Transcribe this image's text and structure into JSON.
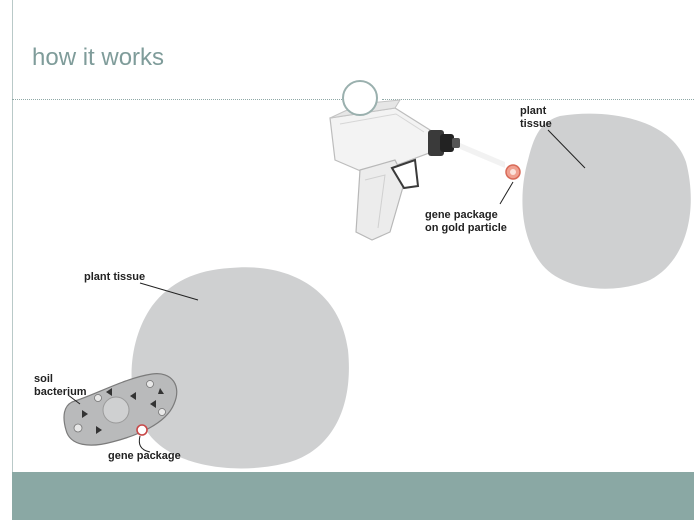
{
  "slide": {
    "title": "how it works"
  },
  "diagram": {
    "gene_gun": {
      "tissue_label_line1": "plant",
      "tissue_label_line2": "tissue",
      "particle_label_line1": "gene package",
      "particle_label_line2": "on gold particle"
    },
    "agrobacterium": {
      "tissue_label": "plant tissue",
      "bacterium_label_line1": "soil",
      "bacterium_label_line2": "bacterium",
      "package_label": "gene package"
    }
  },
  "colors": {
    "title": "#7f9c9a",
    "footer": "#8aa8a4",
    "tissue": "#cfd0d1",
    "particle": "#e07a6a"
  }
}
